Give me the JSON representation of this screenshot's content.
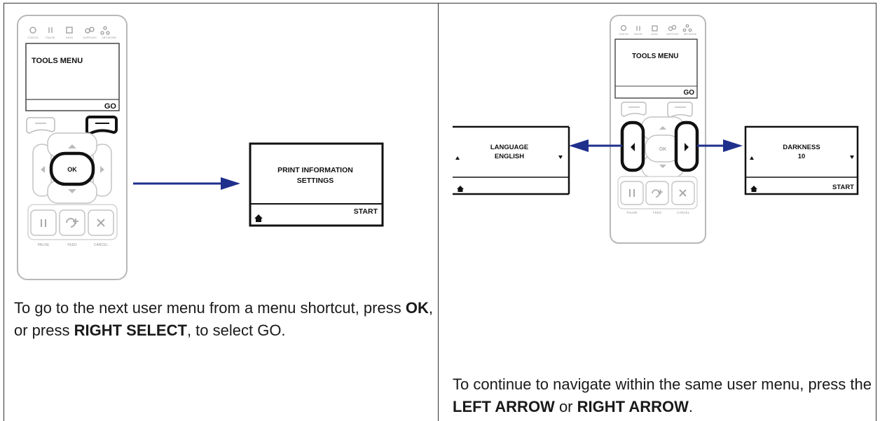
{
  "left_panel": {
    "printer": {
      "icon_labels": [
        "STATUS",
        "PAUSE",
        "DATA",
        "SUPPLIES",
        "NETWORK"
      ],
      "screen_title": "TOOLS MENU",
      "screen_softkey": "GO",
      "ok_label": "OK",
      "bottom_labels": [
        "PAUSE",
        "FEED",
        "CANCEL"
      ]
    },
    "result_screen": {
      "line1": "PRINT INFORMATION",
      "line2": "SETTINGS",
      "softkey": "START"
    },
    "caption": {
      "t1": "To go to the next user menu from a menu shortcut, press ",
      "b1": "OK",
      "t2": ", or press ",
      "b2": "RIGHT SELECT",
      "t3": ", to select GO."
    }
  },
  "right_panel": {
    "printer": {
      "icon_labels": [
        "STATUS",
        "PAUSE",
        "DATA",
        "SUPPLIES",
        "NETWORK"
      ],
      "screen_title": "TOOLS MENU",
      "screen_softkey": "GO",
      "ok_label": "OK",
      "bottom_labels": [
        "PAUSE",
        "FEED",
        "CANCEL"
      ]
    },
    "left_screen": {
      "line1": "LANGUAGE",
      "line2": "ENGLISH"
    },
    "right_screen": {
      "line1": "DARKNESS",
      "line2": "10",
      "softkey": "START"
    },
    "caption": {
      "t1": "To continue to navigate within the same user menu, press the ",
      "b1": "LEFT ARROW",
      "t2": " or ",
      "b2": "RIGHT ARROW",
      "t3": "."
    }
  },
  "colors": {
    "arrow": "#1f2f8c",
    "border": "#333333",
    "device_outline": "#b8b8b8"
  }
}
